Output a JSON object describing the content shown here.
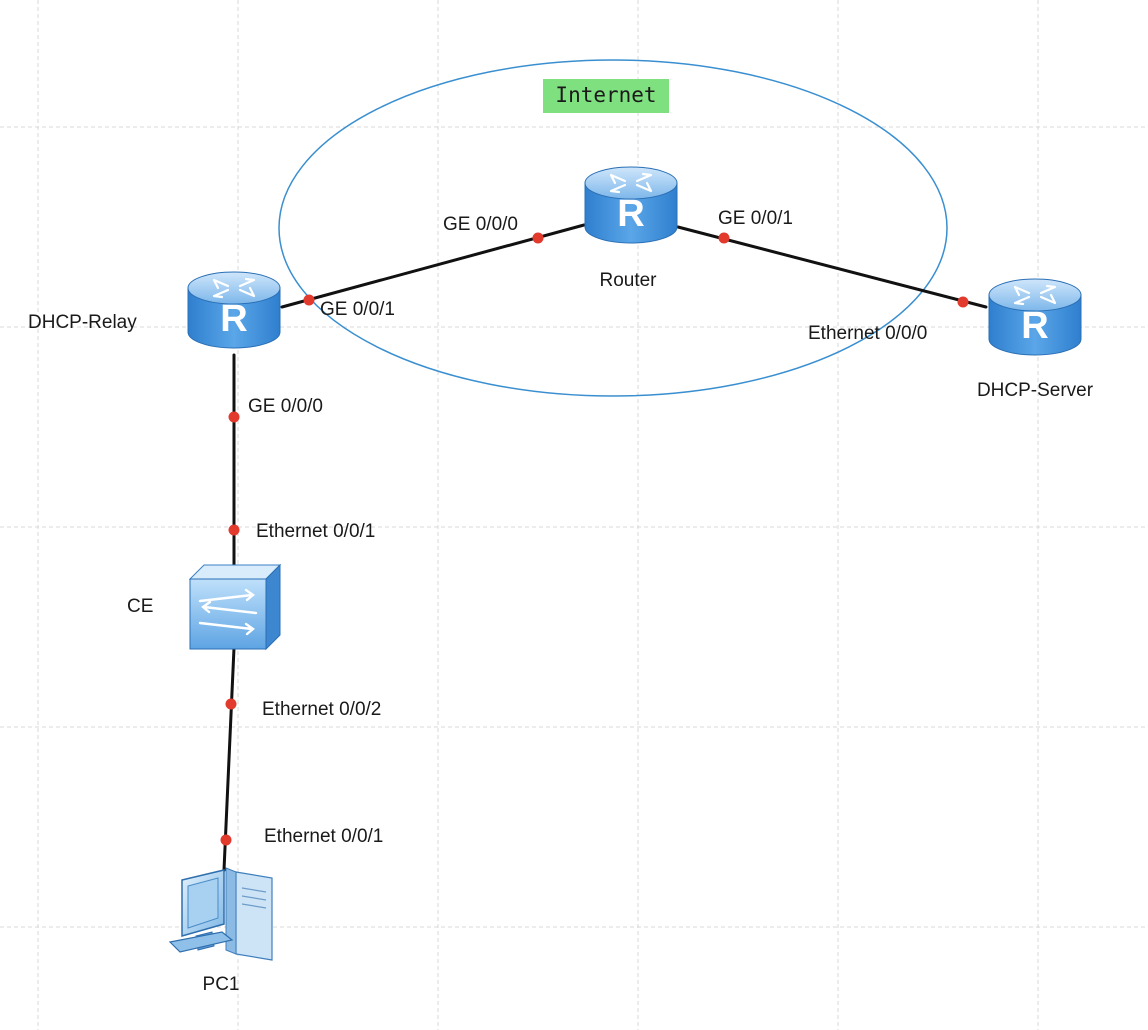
{
  "zone": {
    "label": "Internet",
    "label_bg": "#7fe07f",
    "ring_color": "#3a8fd0"
  },
  "devices": {
    "router": {
      "name": "Router",
      "icon": "router-icon"
    },
    "relay": {
      "name": "DHCP-Relay",
      "icon": "router-icon"
    },
    "server": {
      "name": "DHCP-Server",
      "icon": "router-icon"
    },
    "switch": {
      "name": "CE",
      "icon": "switch-icon"
    },
    "pc": {
      "name": "PC1",
      "icon": "pc-icon"
    }
  },
  "ports": {
    "router_ge000": "GE 0/0/0",
    "router_ge001": "GE 0/0/1",
    "relay_ge001": "GE 0/0/1",
    "relay_ge000": "GE 0/0/0",
    "server_eth000": "Ethernet 0/0/0",
    "switch_eth001": "Ethernet 0/0/1",
    "switch_eth002": "Ethernet 0/0/2",
    "pc_eth001": "Ethernet 0/0/1"
  },
  "colors": {
    "link": "#111111",
    "port_dot": "#e23b2e",
    "grid": "#d8d8d8",
    "device": "#4f9ad9"
  }
}
